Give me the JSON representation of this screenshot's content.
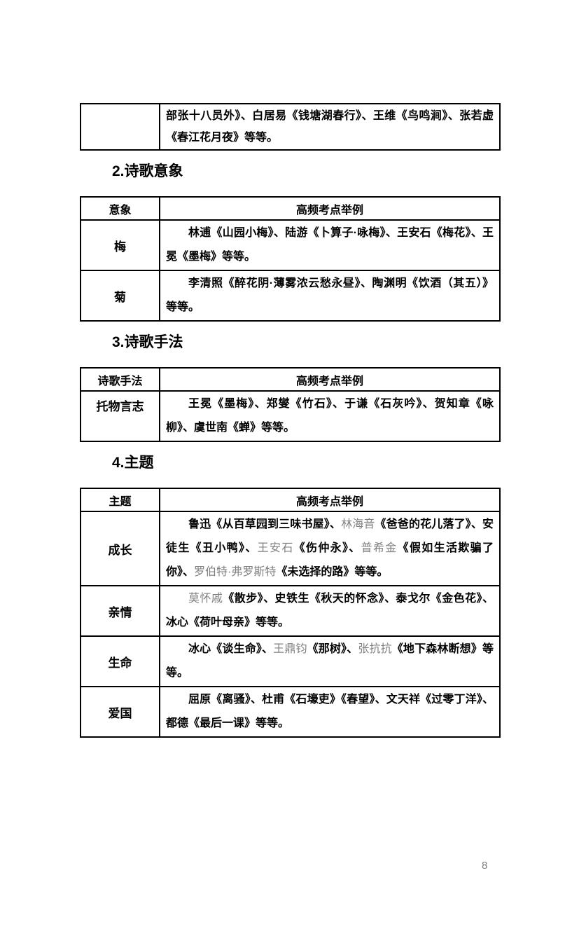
{
  "page": {
    "number": "8",
    "background_color": "#ffffff",
    "text_color": "#000000",
    "muted_color": "#808080",
    "border_color": "#000000"
  },
  "top_table": {
    "rows": [
      {
        "label": "",
        "segments": [
          {
            "text": "部张十八员外》、白居易《钱塘湖春行》、王维《鸟鸣涧》、张若虚《春江花月夜》等等。",
            "muted": false
          }
        ]
      }
    ]
  },
  "sections": [
    {
      "heading": "2.诗歌意象",
      "table": {
        "header": {
          "col1": "意象",
          "col2": "高频考点举例"
        },
        "rows": [
          {
            "label": "梅",
            "segments": [
              {
                "text": "林逋《山园小梅》、陆游《卜算子·咏梅》、王安石《梅花》、王冕《墨梅》等等。",
                "muted": false
              }
            ]
          },
          {
            "label": "菊",
            "segments": [
              {
                "text": "李清照《醉花阴·薄雾浓云愁永昼》、陶渊明《饮酒（其五）》等等。",
                "muted": false
              }
            ]
          }
        ]
      }
    },
    {
      "heading": "3.诗歌手法",
      "table": {
        "header": {
          "col1": "诗歌手法",
          "col2": "高频考点举例"
        },
        "rows": [
          {
            "label": "托物言志",
            "segments": [
              {
                "text": "王冕《墨梅》、郑燮《竹石》、于谦《石灰吟》、贺知章《咏柳》、虞世南《蝉》等等。",
                "muted": false
              }
            ]
          }
        ]
      }
    },
    {
      "heading": "4.主题",
      "table": {
        "header": {
          "col1": "主题",
          "col2": "高频考点举例"
        },
        "rows": [
          {
            "label": "成长",
            "segments": [
              {
                "text": "鲁迅《从百草园到三味书屋》、",
                "muted": false
              },
              {
                "text": "林海音",
                "muted": true
              },
              {
                "text": "《爸爸的花儿落了》、安徒生《丑小鸭》、",
                "muted": false
              },
              {
                "text": "王安石",
                "muted": true
              },
              {
                "text": "《伤仲永》、",
                "muted": false
              },
              {
                "text": "普希金",
                "muted": true
              },
              {
                "text": "《假如生活欺骗了你》、",
                "muted": false
              },
              {
                "text": "罗伯特·弗罗斯特",
                "muted": true
              },
              {
                "text": "《未选择的路》等等。",
                "muted": false
              }
            ]
          },
          {
            "label": "亲情",
            "segments": [
              {
                "text": "莫怀戚",
                "muted": true
              },
              {
                "text": "《散步》、史铁生《秋天的怀念》、泰戈尔《金色花》、冰心《荷叶母亲》等等。",
                "muted": false
              }
            ]
          },
          {
            "label": "生命",
            "segments": [
              {
                "text": "冰心《谈生命》、",
                "muted": false
              },
              {
                "text": "王鼎钧",
                "muted": true
              },
              {
                "text": "《那树》、",
                "muted": false
              },
              {
                "text": "张抗抗",
                "muted": true
              },
              {
                "text": "《地下森林断想》等等。",
                "muted": false
              }
            ]
          },
          {
            "label": "爱国",
            "segments": [
              {
                "text": "屈原《离骚》、杜甫《石壕吏》《春望》、文天祥《过零丁洋》、都德《最后一课》等等。",
                "muted": false
              }
            ]
          }
        ]
      }
    }
  ]
}
